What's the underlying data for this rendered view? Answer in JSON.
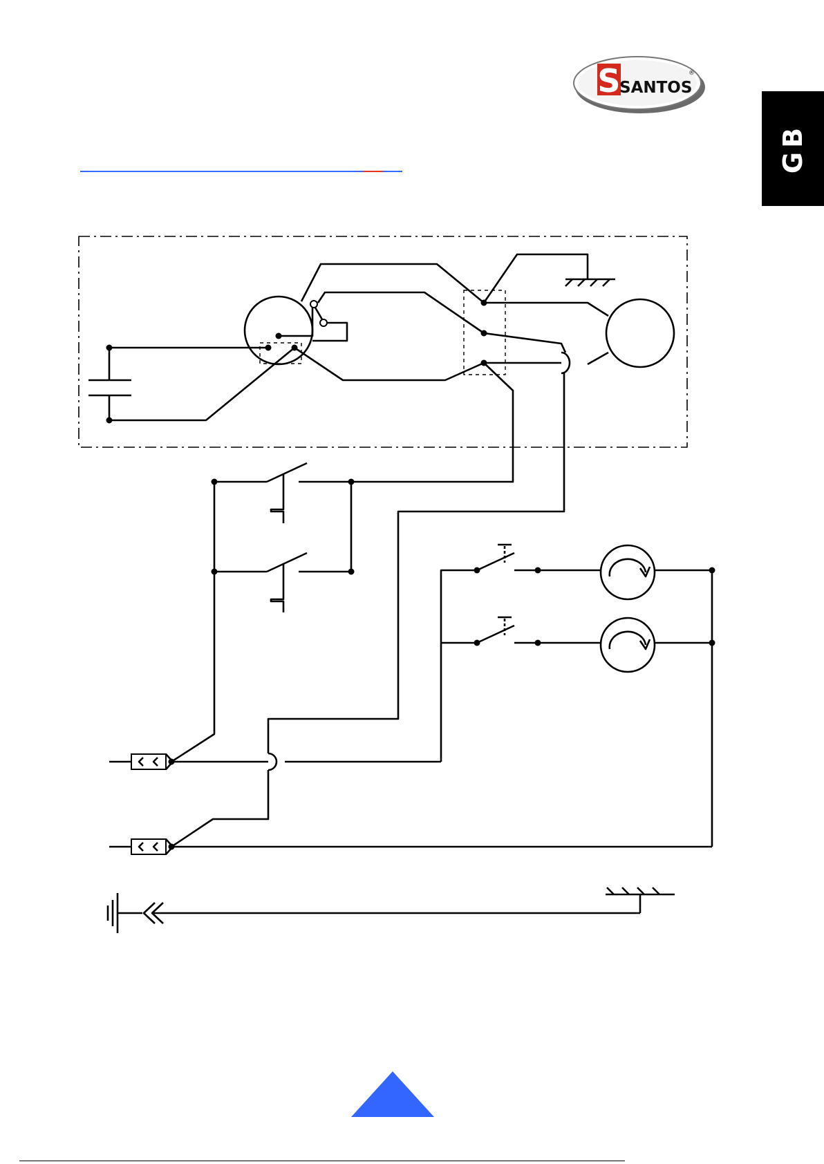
{
  "header": {
    "brand_name": "SANTOS",
    "brand_mark": "S",
    "registered_mark": "®",
    "language_tab": "GB"
  },
  "colors": {
    "brand_red": "#d42a1e",
    "tab_background": "#000000",
    "link_blue": "#3366ff",
    "accent_red": "#e03020"
  },
  "icons": {
    "page_up": "triangle-up-icon"
  }
}
